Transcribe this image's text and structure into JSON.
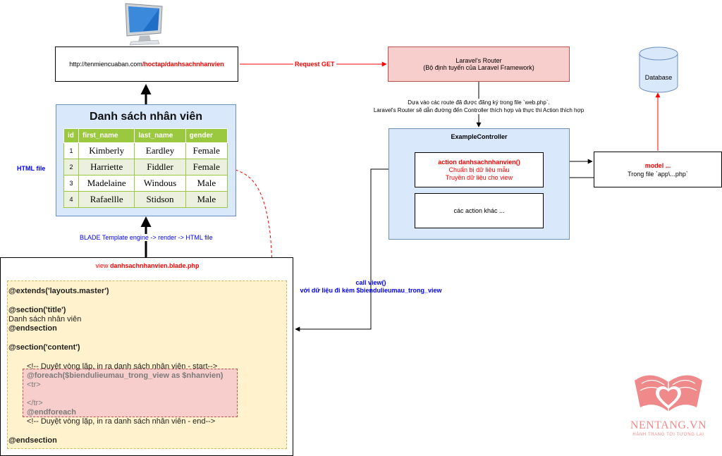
{
  "url_bar": {
    "prefix": "http://tenmiencuaban.com",
    "path": "/hoctap/danhsachnhanvien"
  },
  "request_label": "Request GET",
  "router": {
    "line1": "Laravel's Router",
    "line2": "(Bộ định tuyến của Laravel Framework)"
  },
  "router_note": {
    "line1": "Dựa vào các route đã được đăng ký trong file `web.php`.",
    "line2": "Laravel's Router sẽ dẫn đường đến Controller thích hợp và thực thi Action thích hợp"
  },
  "database_label": "Database",
  "controller": {
    "title": "ExampleController",
    "action_title": "action danhsachnhanvien()",
    "action_line1": "Chuẩn bị dữ liệu mẫu",
    "action_line2": "Truyền dữ liệu cho view",
    "other_actions": "các action khác ..."
  },
  "model": {
    "title": "model ...",
    "file": "Trong file `app\\...php`"
  },
  "html_file_label": "HTML file",
  "employee_list": {
    "title": "Danh sách nhân viên",
    "columns": [
      "id",
      "first_name",
      "last_name",
      "gender"
    ],
    "rows": [
      [
        "1",
        "Kimberly",
        "Eardley",
        "Female"
      ],
      [
        "2",
        "Harriette",
        "Fiddler",
        "Female"
      ],
      [
        "3",
        "Madelaine",
        "Windous",
        "Male"
      ],
      [
        "4",
        "Rafaellle",
        "Stidson",
        "Male"
      ]
    ]
  },
  "blade_render_label": "BLADE Template engine -> render -> HTML file",
  "call_view": {
    "line1": "call view()",
    "line2": "với dữ liệu đi kèm $biendulieumau_trong_view"
  },
  "view_file": {
    "prefix": "view ",
    "name": "danhsachnhanvien.blade.php"
  },
  "code": {
    "extends": "@extends('layouts.master')",
    "section_title": "@section('title')",
    "title_text": "Danh sách nhân viên",
    "endsection1": "@endsection",
    "section_content": "@section('content')",
    "comment_start": "<!-- Duyệt vòng lặp, in ra danh sách nhân viên - start-->",
    "foreach": "@foreach($biendulieumau_trong_view as $nhanvien)",
    "tr_open": "<tr>",
    "tr_close": "</tr>",
    "endforeach": "@endforeach",
    "comment_end": "<!-- Duyệt vòng lặp, in ra danh sách nhân viên - end-->",
    "endsection2": "@endsection"
  },
  "logo": {
    "name": "NENTANG.VN",
    "slogan": "HÀNH TRANG TỚI TƯƠNG LAI"
  },
  "colors": {
    "red": "#ff0000",
    "blue": "#0000ff",
    "router_fill": "#f8cecc",
    "controller_fill": "#dae8fc",
    "table_header": "#9ac93f",
    "code_fill": "#fff2cc",
    "foreach_fill": "#f8cecc",
    "logo": "#f08a8a"
  },
  "icons": [
    "monitor-icon",
    "database-icon",
    "book-heart-logo-icon"
  ]
}
